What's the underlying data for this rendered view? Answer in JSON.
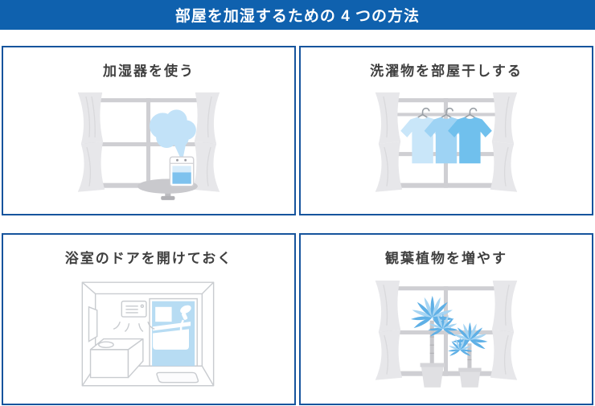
{
  "header": {
    "title": "部屋を加湿するための 4 つの方法"
  },
  "cards": [
    {
      "title": "加湿器を使う",
      "icon": "humidifier-window-illustration"
    },
    {
      "title": "洗濯物を部屋干しする",
      "icon": "indoor-laundry-illustration"
    },
    {
      "title": "浴室のドアを開けておく",
      "icon": "bathroom-open-door-illustration"
    },
    {
      "title": "観葉植物を増やす",
      "icon": "houseplants-window-illustration"
    }
  ],
  "colors": {
    "banner_background": "#0f61ae",
    "banner_text": "#ffffff",
    "card_border": "#16549d",
    "card_title_text": "#3f3f3f",
    "illustration_gray": "#cfcfd3",
    "curtain_gray": "#e7e7ea",
    "mist_blue": "#c2e2f8",
    "humidifier_water_blue": "#7ec2ee",
    "shirt_light_blue": "#c9e6f9",
    "shirt_medium_blue": "#9ed3f4",
    "shirt_dark_blue": "#70c0ed",
    "bathroom_blue": "#b7dcf3",
    "plant_blue": "#5fb0e6",
    "plant_light_blue": "#a7d5f3",
    "pot_gray": "#e0e0e3"
  }
}
